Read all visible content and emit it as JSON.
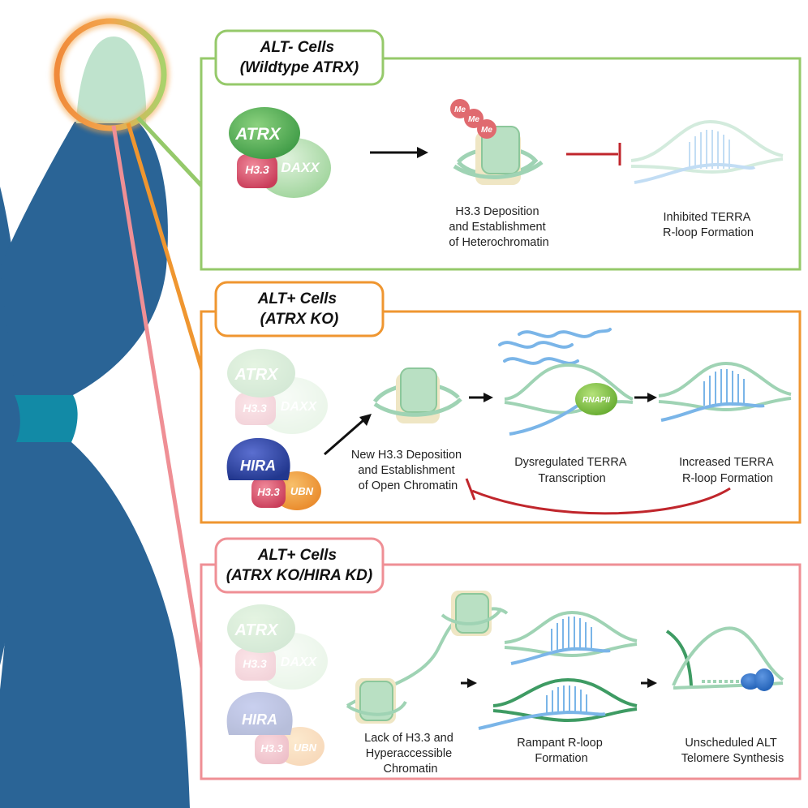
{
  "colors": {
    "chromosome": "#2a6496",
    "centromere": "#128aa6",
    "telomere": "#bfe3cd",
    "green_panel": "#95c96a",
    "orange_panel": "#ef9630",
    "pink_panel": "#ef8f95",
    "dna": "#9fd3b4",
    "rna": "#7ab5e8",
    "inhibit": "#c0262c",
    "arrow": "#111111"
  },
  "panels": {
    "alt_neg": {
      "title": [
        "ALT- Cells",
        "(Wildtype ATRX)"
      ],
      "proteins": {
        "atrx": "ATRX",
        "h33": "H3.3",
        "daxx": "DAXX"
      },
      "methyl": "Me",
      "captions": {
        "deposition": [
          "H3.3 Deposition",
          "and Establishment",
          "of Heterochromatin"
        ],
        "inhibited": [
          "Inhibited TERRA",
          "R-loop Formation"
        ]
      }
    },
    "alt_pos_ko": {
      "title": [
        "ALT+ Cells",
        "(ATRX KO)"
      ],
      "proteins": {
        "atrx": "ATRX",
        "h33": "H3.3",
        "daxx": "DAXX",
        "hira": "HIRA",
        "h33b": "H3.3",
        "ubn": "UBN"
      },
      "rnapii": "RNAPII",
      "captions": {
        "new_deposition": [
          "New H3.3 Deposition",
          "and Establishment",
          "of Open Chromatin"
        ],
        "dysregulated": [
          "Dysregulated TERRA",
          "Transcription"
        ],
        "increased": [
          "Increased TERRA",
          "R-loop Formation"
        ]
      }
    },
    "alt_pos_kd": {
      "title": [
        "ALT+ Cells",
        "(ATRX KO/HIRA KD)"
      ],
      "proteins": {
        "atrx": "ATRX",
        "h33": "H3.3",
        "daxx": "DAXX",
        "hira": "HIRA",
        "h33b": "H3.3",
        "ubn": "UBN"
      },
      "captions": {
        "lack": [
          "Lack of H3.3 and",
          "Hyperaccessible",
          "Chromatin"
        ],
        "rampant": [
          "Rampant R-loop",
          "Formation"
        ],
        "unscheduled": [
          "Unscheduled ALT",
          "Telomere Synthesis"
        ]
      }
    }
  }
}
